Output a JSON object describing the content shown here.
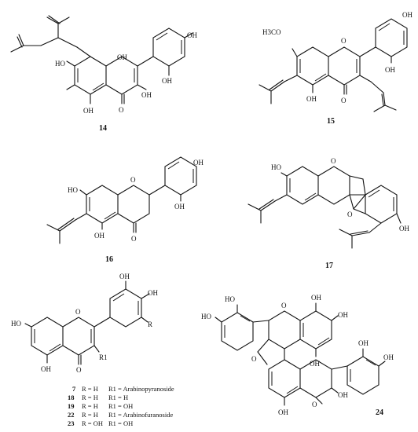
{
  "figure": {
    "atom_labels": {
      "oh": "OH",
      "ho": "HO",
      "o": "O",
      "h3c": "H3CO",
      "r": "R",
      "r1": "R1"
    },
    "compounds": [
      {
        "number": "14"
      },
      {
        "number": "15"
      },
      {
        "number": "16"
      },
      {
        "number": "17"
      },
      {
        "number": "24"
      }
    ],
    "flavonol_legend": [
      {
        "number": "7",
        "r": "R = H",
        "r1": "R1 = Arabinopyranoside"
      },
      {
        "number": "18",
        "r": "R = H",
        "r1": "R1 = H"
      },
      {
        "number": "19",
        "r": "R = H",
        "r1": "R1 = OH"
      },
      {
        "number": "22",
        "r": "R = H",
        "r1": "R1 = Arabinofuranoside"
      },
      {
        "number": "23",
        "r": "R = OH",
        "r1": "R1 = OH"
      }
    ]
  }
}
